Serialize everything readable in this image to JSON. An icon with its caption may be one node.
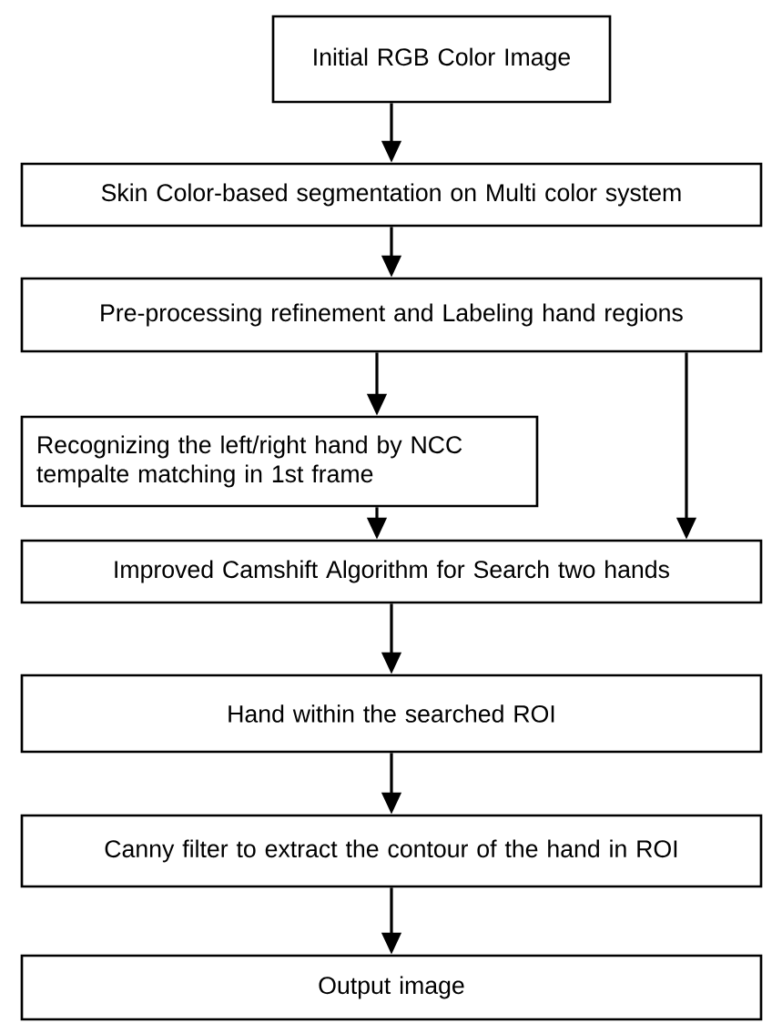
{
  "diagram": {
    "nodes": [
      {
        "text": [
          "Initial RGB Color Image"
        ]
      },
      {
        "text": [
          "Skin Color-based segmentation on Multi color system"
        ]
      },
      {
        "text": [
          "Pre-processing refinement and Labeling hand regions"
        ]
      },
      {
        "text": [
          "Recognizing the left/right hand by NCC tempalte matching in 1st frame"
        ]
      },
      {
        "text": [
          "Improved Camshift Algorithm for Search two hands"
        ]
      },
      {
        "text": [
          "Hand within the searched ROI"
        ]
      },
      {
        "text": [
          "Canny filter to extract the contour of the hand in ROI"
        ]
      },
      {
        "text": [
          "Output image"
        ]
      }
    ],
    "edges": [
      {
        "from": 0,
        "to": 1,
        "arrow": "to"
      },
      {
        "from": 1,
        "to": 2,
        "arrow": "to"
      },
      {
        "from": 2,
        "to": 3,
        "arrow": "to"
      },
      {
        "from": 2,
        "to": 4,
        "arrow": "to"
      },
      {
        "from": 3,
        "to": 4,
        "arrow": "to"
      },
      {
        "from": 4,
        "to": 5,
        "arrow": "to"
      },
      {
        "from": 5,
        "to": 6,
        "arrow": "to"
      },
      {
        "from": 6,
        "to": 7,
        "arrow": "to"
      }
    ]
  }
}
